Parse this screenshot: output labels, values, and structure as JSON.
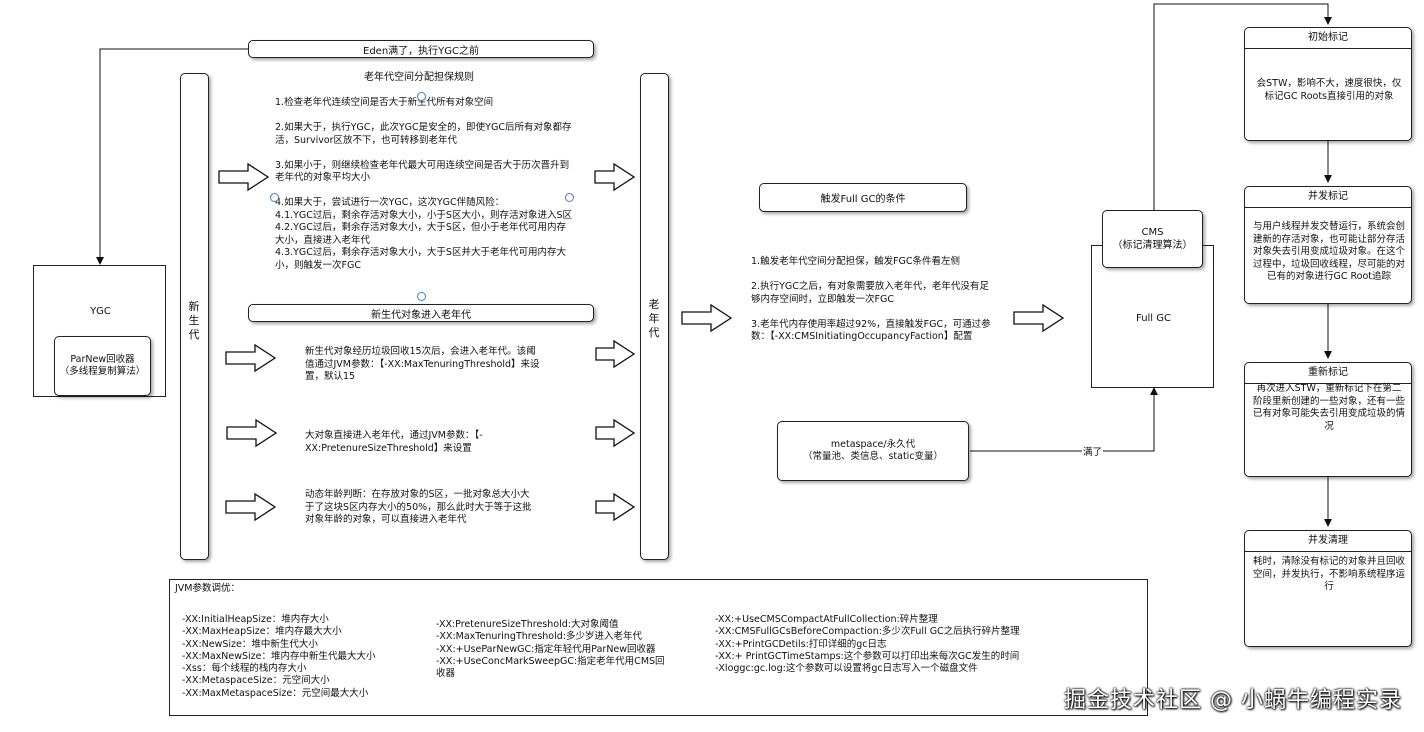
{
  "left": {
    "eden_title": "Eden满了，执行YGC之前",
    "guarantee_title": "老年代空间分配担保规则",
    "guarantee_rules": "1.检查老年代连续空间是否大于新生代所有对象空间\n\n2.如果大于，执行YGC，此次YGC是安全的，即使YGC后所有对象都存活，Survivor区放不下，也可转移到老年代\n\n3.如果小于，则继续检查老年代最大可用连续空间是否大于历次晋升到老年代的对象平均大小\n\n4.如果大于，尝试进行一次YGC，这次YGC伴随风险：\n 4.1.YGC过后，剩余存活对象大小，小于S区大小，则存活对象进入S区\n 4.2.YGC过后，剩余存活对象大小，大于S区，但小于老年代可用内存大小，直接进入老年代\n 4.3.YGC过后，剩余存活对象大小，大于S区并大于老年代可用内存大小，则触发一次FGC",
    "young_label": "新\n生\n代",
    "old_label": "老\n年\n代",
    "promote_title": "新生代对象进入老年代",
    "promote_rule1": "新生代对象经历垃圾回收15次后，会进入老年代。该阈值通过JVM参数：【-XX:MaxTenuringThreshold】来设置，默认15",
    "promote_rule2": "大对象直接进入老年代，通过JVM参数：【-XX:PretenureSizeThreshold】来设置",
    "promote_rule3": "动态年龄判断：在存放对象的S区，一批对象总大小大于了这块S区内存大小的50%，那么此时大于等于这批对象年龄的对象，可以直接进入老年代",
    "ygc_label": "YGC",
    "parnew_label": "ParNew回收器\n（多线程复制算法）"
  },
  "middle": {
    "fgc_title": "触发Full GC的条件",
    "fgc_conditions": "1.触发老年代空间分配担保，触发FGC条件看左侧\n\n2.执行YGC之后，有对象需要放入老年代，老年代没有足够内存空间时，立即触发一次FGC\n\n3.老年代内存使用率超过92%，直接触发FGC，可通过参数：【-XX:CMSInitiatingOccupancyFaction】配置",
    "metaspace_label": "metaspace/永久代\n（常量池、类信息、static变量）",
    "full_label": "满了"
  },
  "right": {
    "cms_label": "CMS\n（标记清理算法）",
    "fullgc_label": "Full GC",
    "phases": [
      {
        "title": "初始标记",
        "desc": "会STW，影响不大，速度很快，仅标记GC Roots直接引用的对象"
      },
      {
        "title": "并发标记",
        "desc": "与用户线程并发交替运行，系统会创建新的存活对象，也可能让部分存活对象失去引用变成垃圾对象。在这个过程中，垃圾回收线程，尽可能的对已有的对象进行GC Root追踪"
      },
      {
        "title": "重新标记",
        "desc": "再次进入STW，重新标记下在第二阶段里新创建的一些对象，还有一些已有对象可能失去引用变成垃圾的情况"
      },
      {
        "title": "并发清理",
        "desc": "耗时，清除没有标记的对象并且回收空间，并发执行，不影响系统程序运行"
      }
    ]
  },
  "params": {
    "title": "JVM参数调优：",
    "col1": "-XX:InitialHeapSize：堆内存大小\n-XX:MaxHeapSize：堆内存最大大小\n-XX:NewSize：堆中新生代大小\n-XX:MaxNewSize：堆内存中新生代最大大小\n-Xss：每个线程的栈内存大小\n-XX:MetaspaceSize：元空间大小\n-XX:MaxMetaspaceSize：元空间最大大小",
    "col2": "-XX:PretenureSizeThreshold:大对象阈值\n-XX:MaxTenuringThreshold:多少岁进入老年代\n-XX:+UseParNewGC:指定年轻代用ParNew回收器\n-XX:+UseConcMarkSweepGC:指定老年代用CMS回收器",
    "col3": "-XX:+UseCMSCompactAtFullCollection:碎片整理\n-XX:CMSFullGCsBeforeCompaction:多少次Full GC之后执行碎片整理\n-XX:+PrintGCDetils:打印详细的gc日志\n-XX:+ PrintGCTimeStamps:这个参数可以打印出来每次GC发生的时间\n-Xloggc:gc.log:这个参数可以设置将gc日志写入一个磁盘文件"
  },
  "watermark": "掘金技术社区 @ 小蜗牛编程实录"
}
